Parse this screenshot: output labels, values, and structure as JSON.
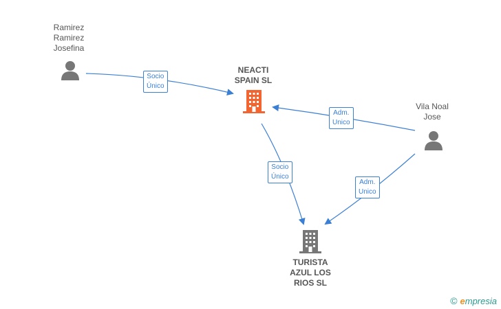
{
  "nodes": {
    "ramirez": {
      "label": "Ramirez\nRamirez\nJosefina",
      "kind": "person"
    },
    "neacti": {
      "label": "NEACTI\nSPAIN  SL",
      "kind": "company",
      "color": "#f26530"
    },
    "vila": {
      "label": "Vila Noal\nJose",
      "kind": "person"
    },
    "turista": {
      "label": "TURISTA\nAZUL LOS\nRIOS  SL",
      "kind": "company",
      "color": "#777777"
    }
  },
  "edges": [
    {
      "from": "ramirez",
      "to": "neacti",
      "label": "Socio\nÚnico"
    },
    {
      "from": "vila",
      "to": "neacti",
      "label": "Adm.\nUnico"
    },
    {
      "from": "neacti",
      "to": "turista",
      "label": "Socio\nÚnico"
    },
    {
      "from": "vila",
      "to": "turista",
      "label": "Adm.\nUnico"
    }
  ],
  "colors": {
    "edge": "#3b7fd4",
    "person": "#777777"
  },
  "icons": {
    "person": "person-icon",
    "company": "building-icon"
  },
  "footer": {
    "copyright_symbol": "©",
    "brand_first": "e",
    "brand_rest": "mpresia"
  }
}
